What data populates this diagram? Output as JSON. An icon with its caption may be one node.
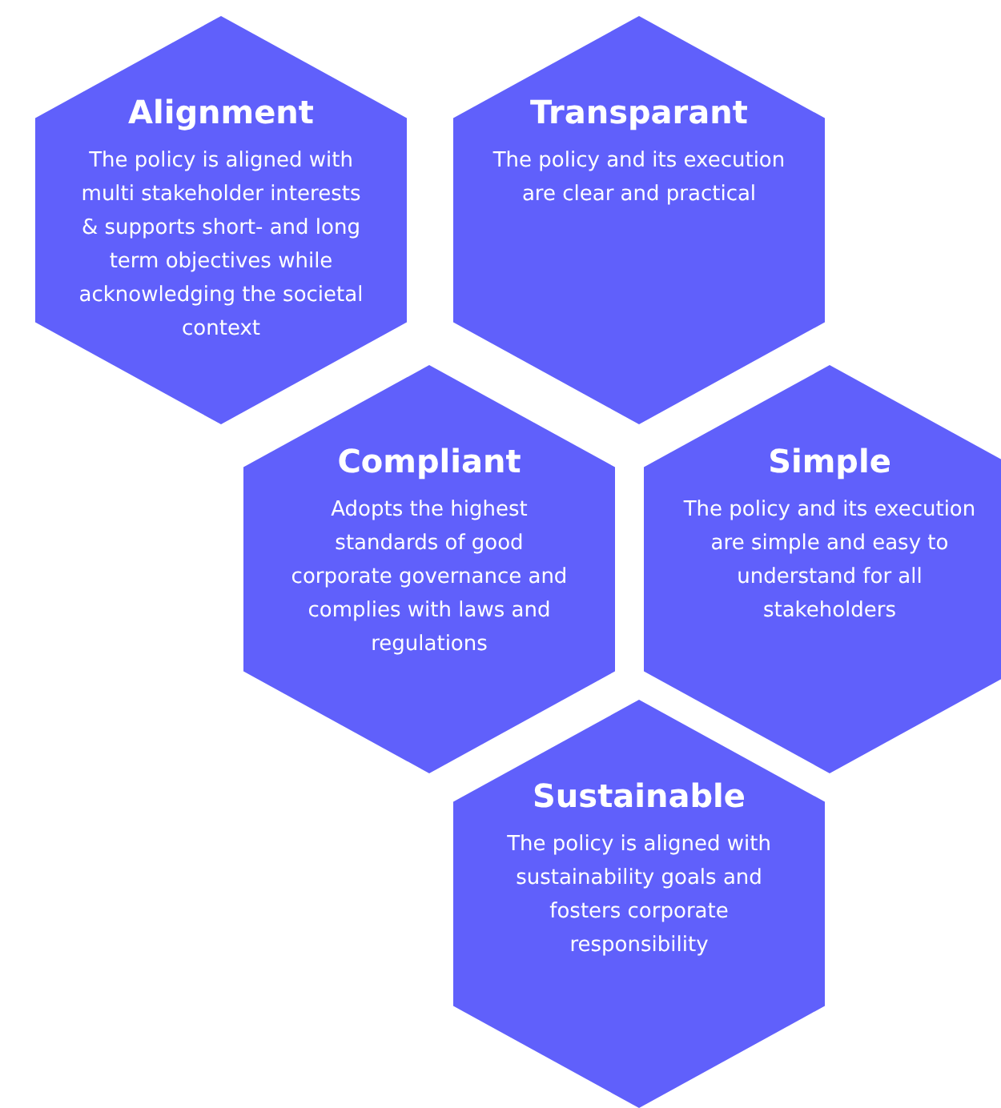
{
  "diagram": {
    "nodes": [
      {
        "text": [
          "Alignment",
          "The policy is aligned with multi stakeholder interests & supports short- and long term objectives while acknowledging the societal context"
        ]
      },
      {
        "text": [
          "Transparant",
          "The policy and its execution are clear and practical"
        ]
      },
      {
        "text": [
          "Compliant",
          "Adopts the highest standards of good corporate governance and complies with laws and regulations"
        ]
      },
      {
        "text": [
          "Simple",
          "The policy and its execution are simple and easy to understand for all stakeholders"
        ]
      },
      {
        "text": [
          "Sustainable",
          "The policy is aligned with sustainability goals and fosters corporate responsibility"
        ]
      }
    ]
  }
}
